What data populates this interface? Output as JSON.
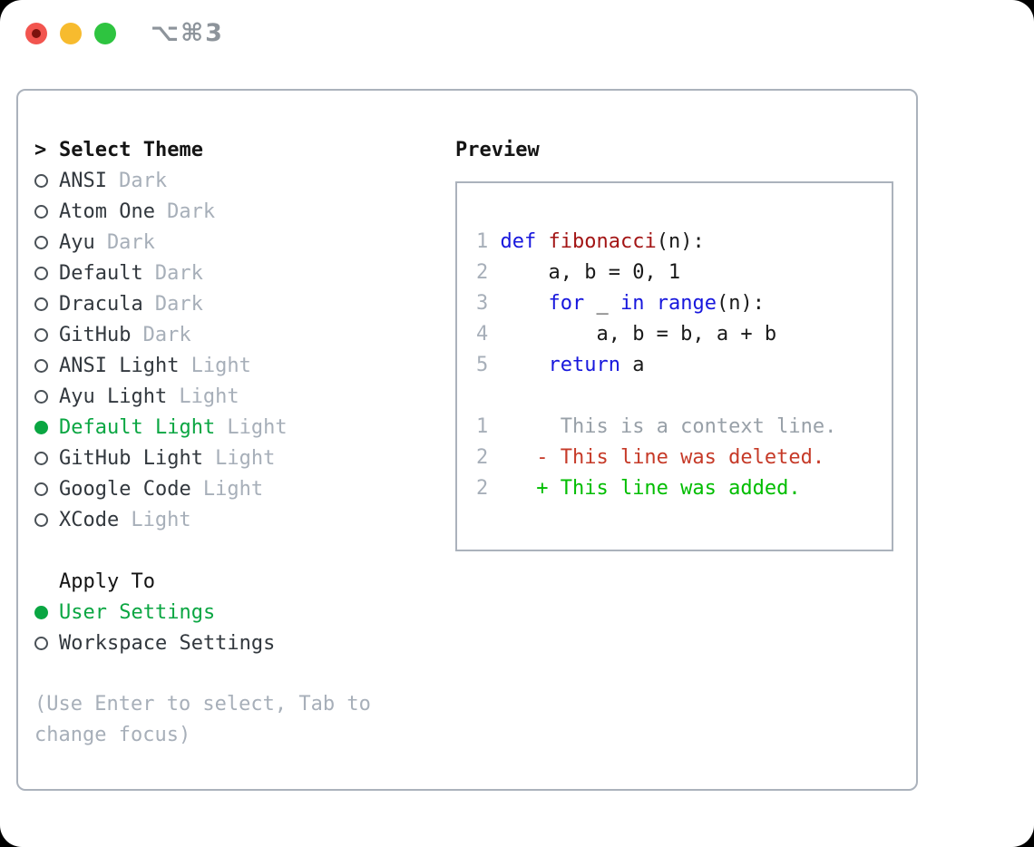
{
  "titlebar": {
    "shortcut": "⌥⌘3"
  },
  "colors": {
    "accent_green": "#0aa642",
    "diff_added_green": "#00bd00",
    "diff_deleted_red": "#c63a28",
    "keyword_blue": "#1717dd",
    "function_red": "#a31515",
    "muted_gray": "#a7afb9",
    "traffic_close": "#f2554f",
    "traffic_minimize": "#f7bb2e",
    "traffic_zoom": "#2ec440"
  },
  "theme_selector": {
    "header_marker": ">",
    "header": "Select Theme",
    "themes": [
      {
        "name": "ANSI",
        "variant": "Dark",
        "selected": false
      },
      {
        "name": "Atom One",
        "variant": "Dark",
        "selected": false
      },
      {
        "name": "Ayu",
        "variant": "Dark",
        "selected": false
      },
      {
        "name": "Default",
        "variant": "Dark",
        "selected": false
      },
      {
        "name": "Dracula",
        "variant": "Dark",
        "selected": false
      },
      {
        "name": "GitHub",
        "variant": "Dark",
        "selected": false
      },
      {
        "name": "ANSI Light",
        "variant": "Light",
        "selected": false
      },
      {
        "name": "Ayu Light",
        "variant": "Light",
        "selected": false
      },
      {
        "name": "Default Light",
        "variant": "Light",
        "selected": true
      },
      {
        "name": "GitHub Light",
        "variant": "Light",
        "selected": false
      },
      {
        "name": "Google Code",
        "variant": "Light",
        "selected": false
      },
      {
        "name": "XCode",
        "variant": "Light",
        "selected": false
      }
    ]
  },
  "apply_to": {
    "header": "Apply To",
    "options": [
      {
        "name": "User Settings",
        "selected": true
      },
      {
        "name": "Workspace Settings",
        "selected": false
      }
    ]
  },
  "help_text": "(Use Enter to select, Tab to change focus)",
  "preview": {
    "header": "Preview",
    "lines": [
      [
        {
          "t": "1",
          "c": "ln"
        },
        {
          "t": " ",
          "c": "pl"
        },
        {
          "t": "def",
          "c": "kw"
        },
        {
          "t": " ",
          "c": "pl"
        },
        {
          "t": "fibonacci",
          "c": "fn"
        },
        {
          "t": "(n):",
          "c": "pl"
        }
      ],
      [
        {
          "t": "2",
          "c": "ln"
        },
        {
          "t": "     a, b = 0, 1",
          "c": "pl"
        }
      ],
      [
        {
          "t": "3",
          "c": "ln"
        },
        {
          "t": "     ",
          "c": "pl"
        },
        {
          "t": "for",
          "c": "kw"
        },
        {
          "t": " _ ",
          "c": "pl"
        },
        {
          "t": "in",
          "c": "kw"
        },
        {
          "t": " ",
          "c": "pl"
        },
        {
          "t": "range",
          "c": "kw"
        },
        {
          "t": "(n):",
          "c": "pl"
        }
      ],
      [
        {
          "t": "4",
          "c": "ln"
        },
        {
          "t": "         a, b = b, a + b",
          "c": "pl"
        }
      ],
      [
        {
          "t": "5",
          "c": "ln"
        },
        {
          "t": "     ",
          "c": "pl"
        },
        {
          "t": "return",
          "c": "kw"
        },
        {
          "t": " a",
          "c": "pl"
        }
      ],
      [],
      [
        {
          "t": "1",
          "c": "ln"
        },
        {
          "t": "      This is a context line.",
          "c": "ctx"
        }
      ],
      [
        {
          "t": "2",
          "c": "ln"
        },
        {
          "t": "    - This line was deleted.",
          "c": "del"
        }
      ],
      [
        {
          "t": "2",
          "c": "ln"
        },
        {
          "t": "    + This line was added.",
          "c": "add"
        }
      ]
    ]
  }
}
